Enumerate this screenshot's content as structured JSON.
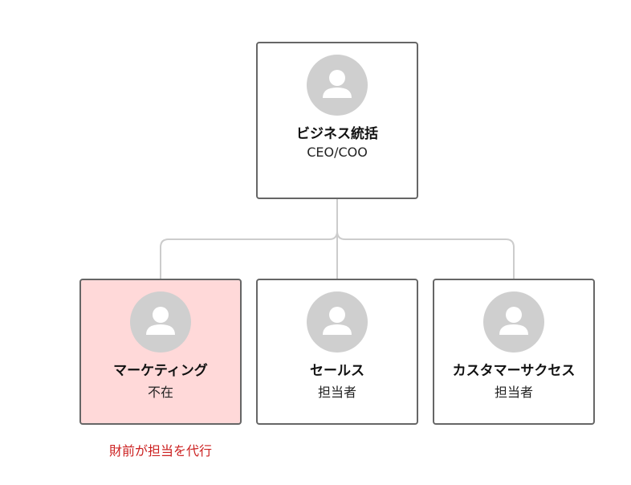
{
  "org_chart": {
    "head": {
      "name": "ビジネス統括",
      "role": "CEO/COO",
      "status": "present"
    },
    "teams": [
      {
        "name": "マーケティング",
        "role": "不在",
        "status": "absent"
      },
      {
        "name": "セールス",
        "role": "担当者",
        "status": "present"
      },
      {
        "name": "カスタマーサクセス",
        "role": "担当者",
        "status": "present"
      }
    ],
    "note": "財前が担当を代行",
    "colors": {
      "absent_fill": "#ffd9d9",
      "note_text": "#cc2222",
      "connector": "#cccccc",
      "avatar": "#cfcfcf",
      "border": "#666666"
    }
  }
}
